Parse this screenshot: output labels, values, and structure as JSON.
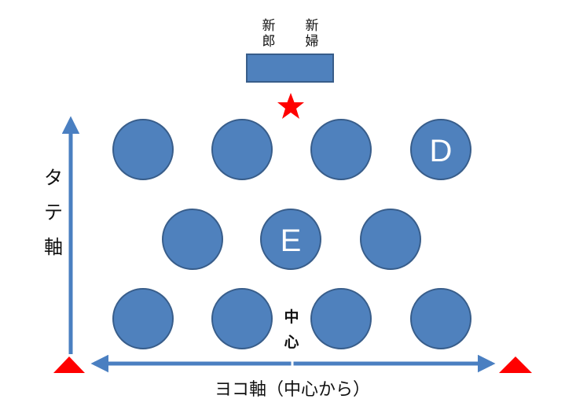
{
  "head_table": {
    "groom": "新郎",
    "bride": "新婦"
  },
  "vertical_axis_label": "タテ軸",
  "horizontal_axis_label": "ヨコ軸（中心から）",
  "center_label": "中心",
  "tables": {
    "row1": [
      "",
      "",
      "",
      "D"
    ],
    "row2": [
      "",
      "E",
      ""
    ],
    "row3": [
      "",
      "",
      "",
      ""
    ]
  },
  "colors": {
    "table_fill": "#4f81bd",
    "table_stroke": "#385d8a",
    "axis": "#4a7fc1",
    "marker": "#ff0000"
  },
  "icons": {
    "head_marker": "red-star-icon",
    "corner_markers": "red-triangle-icon"
  }
}
